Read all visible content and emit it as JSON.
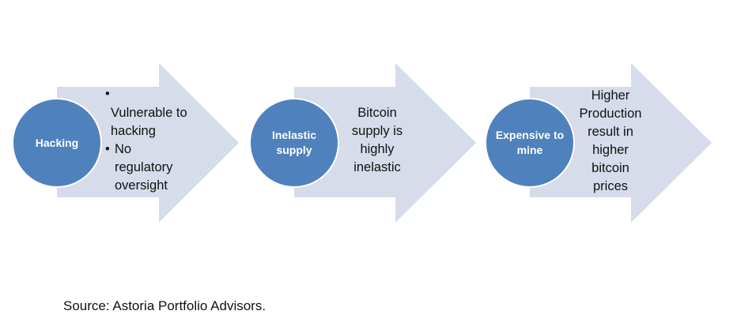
{
  "steps": [
    {
      "circle_label": "Hacking",
      "bullets": [
        "Vulnerable to hacking",
        "No regulatory oversight"
      ]
    },
    {
      "circle_label": "Inelastic supply",
      "text": "Bitcoin supply is highly inelastic"
    },
    {
      "circle_label": "Expensive to mine",
      "text": "Higher Production result in higher bitcoin prices"
    }
  ],
  "source": "Source: Astoria Portfolio Advisors.",
  "colors": {
    "arrow": "#d6dce9",
    "circle": "#4f81bd"
  }
}
